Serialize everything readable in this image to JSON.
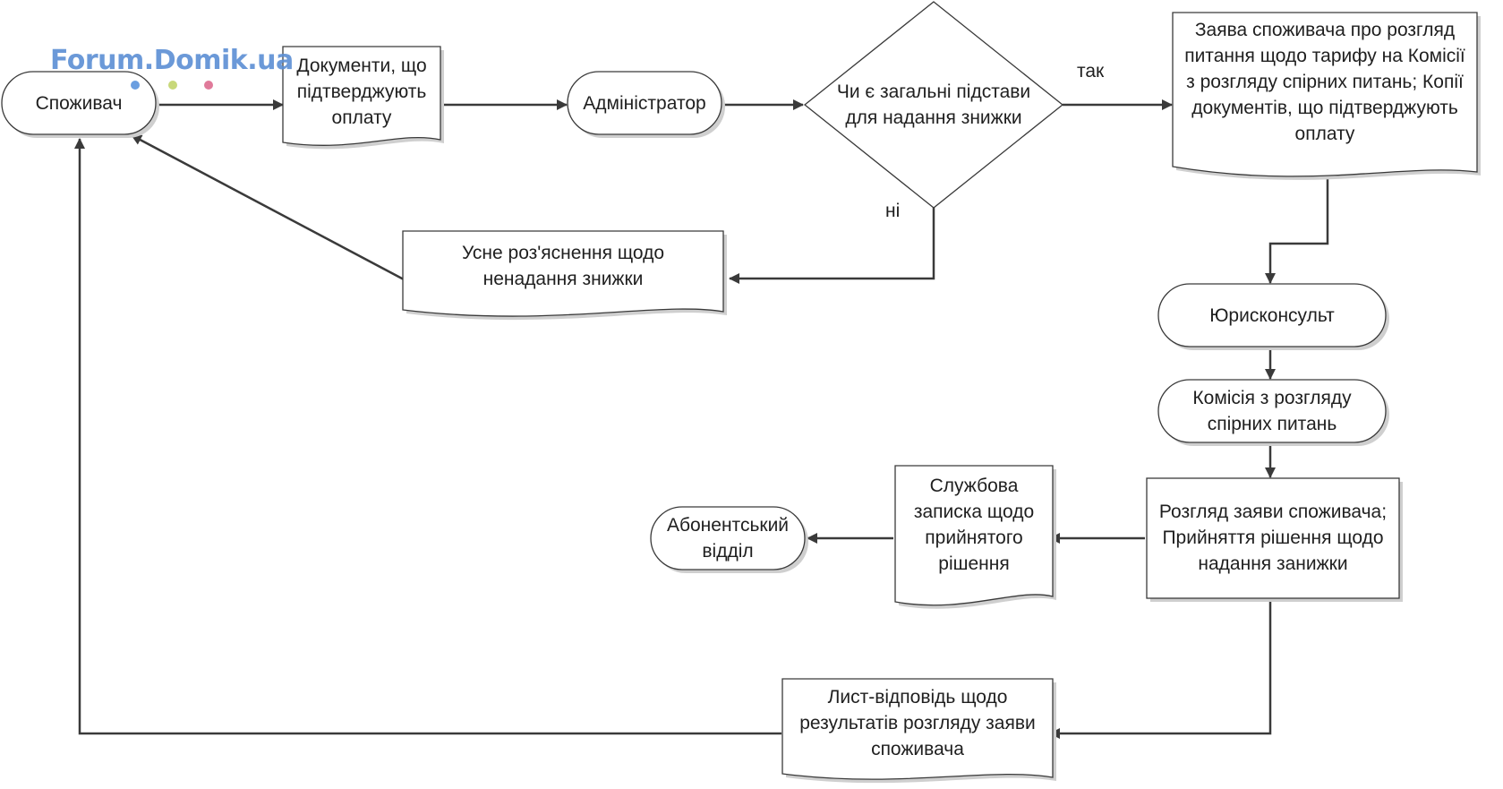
{
  "watermark": {
    "text": "Forum.Domik.ua"
  },
  "nodes": {
    "consumer": "Споживач",
    "payment_docs": "Документи, що підтверджують оплату",
    "administrator": "Адміністратор",
    "decision": "Чи є загальні підстави для надання знижки",
    "application": "Заява споживача про розгляд питання щодо тарифу на Комісії з розгляду спірних питань; Копії документів, що підтверджують оплату",
    "oral_explanation": "Усне роз'яснення щодо ненадання знижки",
    "legal_adviser": "Юрисконсульт",
    "commission": "Комісія з розгляду спірних питань",
    "review": "Розгляд заяви споживача; Прийняття рішення щодо надання занижки",
    "memo": "Службова записка щодо прийнятого рішення",
    "subscriber_dept": "Абонентський відділ",
    "response_letter": "Лист-відповідь щодо результатів розгляду заяви споживача"
  },
  "edge_labels": {
    "yes": "так",
    "no": "ні"
  },
  "colors": {
    "stroke": "#3a3a3a",
    "fill": "#ffffff",
    "shadow": "#bdbdbd",
    "watermark": "#5b8fd4"
  }
}
